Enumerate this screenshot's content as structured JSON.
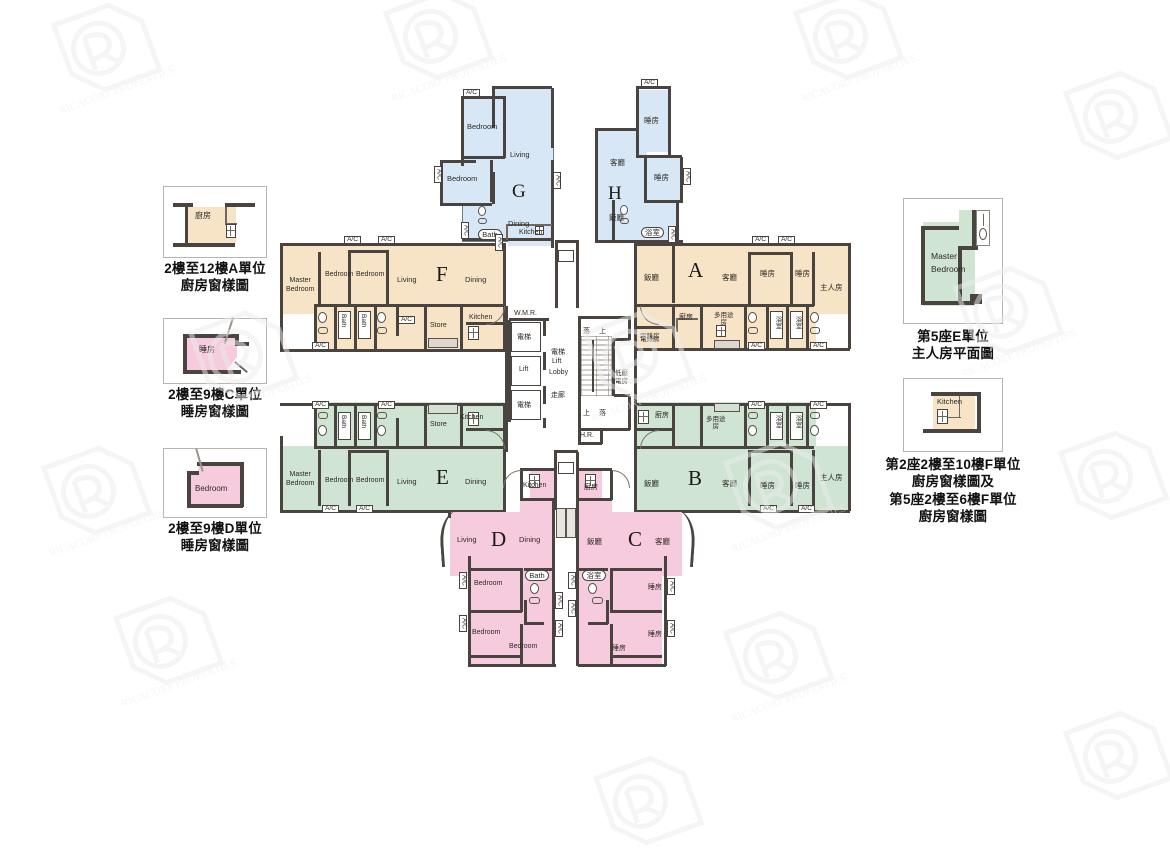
{
  "document": {
    "kind": "residential-floor-plan",
    "watermark_text": "RICACORP PROPERTIES"
  },
  "palette": {
    "unit_blue": "#d7e7f5",
    "unit_beige": "#f7e4c6",
    "unit_green": "#cfe4d2",
    "unit_pink": "#f6cbdd",
    "wall": "#4a4440",
    "background": "#ffffff"
  },
  "side_diagrams": [
    {
      "id": "a-kitchen-window",
      "room_label": "廚房",
      "fill": "#f7e4c6",
      "caption_lines": [
        "2樓至12樓A單位",
        "廚房窗樣圖"
      ]
    },
    {
      "id": "c-bedroom-window",
      "room_label": "睡房",
      "fill": "#f6cbdd",
      "caption_lines": [
        "2樓至9樓C單位",
        "睡房窗樣圖"
      ]
    },
    {
      "id": "d-bedroom-window",
      "room_label": "Bedroom",
      "fill": "#f6cbdd",
      "caption_lines": [
        "2樓至9樓D單位",
        "睡房窗樣圖"
      ]
    },
    {
      "id": "e-master-bedroom-plan",
      "room_label": "Master\nBedroom",
      "room_label_line1": "Master",
      "room_label_line2": "Bedroom",
      "fill": "#cfe4d2",
      "caption_lines": [
        "第5座E單位",
        "主人房平面圖"
      ]
    },
    {
      "id": "f-kitchen-window",
      "room_label": "Kitchen",
      "fill": "#f7e4c6",
      "caption_lines": [
        "第2座2樓至10樓F單位",
        "廚房窗樣圖及",
        "第5座2樓至6樓F單位",
        "廚房窗樣圖"
      ]
    }
  ],
  "core": {
    "wmr_label": "W.M.R.",
    "hr_label": "H.R.",
    "lift_lobby_cn": "電梯",
    "lift_lobby_en": "Lift",
    "lift_lobby_en2": "Lobby",
    "corridor_label": "走廊",
    "lift_labels": [
      "電梯",
      "Lift",
      "電梯"
    ],
    "stair_labels": [
      "落",
      "上",
      "上",
      "落"
    ],
    "lv_room_line1": "低壓",
    "lv_room_line2": "電房",
    "meter_room_cn": "電錶房"
  },
  "units": [
    {
      "letter": "G",
      "fill": "#d7e7f5",
      "language": "en",
      "rooms": [
        "Bedroom",
        "Bedroom",
        "Living",
        "Dining",
        "Kitchen",
        "Bath"
      ],
      "ac_count": 3
    },
    {
      "letter": "H",
      "fill": "#d7e7f5",
      "language": "zh",
      "rooms": [
        "睡房",
        "睡房",
        "客廳",
        "飯廳",
        "廚房",
        "浴室"
      ],
      "ac_count": 3
    },
    {
      "letter": "A",
      "fill": "#f7e4c6",
      "language": "zh",
      "rooms": [
        "飯廳",
        "客廳",
        "睡房",
        "睡房",
        "主人房",
        "廚房",
        "多用途房",
        "浴室",
        "浴室",
        "浴室",
        "電錶房"
      ],
      "ac_count": 6
    },
    {
      "letter": "F",
      "fill": "#f7e4c6",
      "language": "en",
      "rooms": [
        "Master Bedroom",
        "Bedroom",
        "Bedroom",
        "Living",
        "Dining",
        "Kitchen",
        "Store",
        "Bath",
        "Bath",
        "Bath"
      ],
      "ac_count": 5
    },
    {
      "letter": "E",
      "fill": "#cfe4d2",
      "language": "en",
      "rooms": [
        "Master Bedroom",
        "Bedroom",
        "Bedroom",
        "Living",
        "Dining",
        "Kitchen",
        "Store",
        "Bath",
        "Bath"
      ],
      "ac_count": 6
    },
    {
      "letter": "B",
      "fill": "#cfe4d2",
      "language": "zh",
      "rooms": [
        "飯廳",
        "客廳",
        "睡房",
        "睡房",
        "主人房",
        "廚房",
        "多用途房",
        "浴室",
        "浴室"
      ],
      "ac_count": 6
    },
    {
      "letter": "D",
      "fill": "#f6cbdd",
      "language": "en",
      "rooms": [
        "Living",
        "Dining",
        "Kitchen",
        "Bedroom",
        "Bedroom",
        "Bedroom",
        "Bath"
      ],
      "ac_count": 4
    },
    {
      "letter": "C",
      "fill": "#f6cbdd",
      "language": "zh",
      "rooms": [
        "客廳",
        "飯廳",
        "廚房",
        "睡房",
        "睡房",
        "睡房",
        "浴室"
      ],
      "ac_count": 4
    }
  ],
  "text": {
    "ac": "A/C",
    "bath_en": "Bath",
    "bath_zh": "浴室",
    "bedroom_en": "Bedroom",
    "bedroom_zh": "睡房",
    "master_en_1": "Master",
    "master_en_2": "Bedroom",
    "master_zh": "主人房",
    "living_en": "Living",
    "living_zh": "客廳",
    "dining_en": "Dining",
    "dining_zh": "飯廳",
    "kitchen_en": "Kitchen",
    "kitchen_zh": "廚房",
    "store_en": "Store",
    "utility_zh_1": "多用途",
    "utility_zh_2": "房",
    "utility_zh": "多用途房",
    "wmr": "W.M.R.",
    "hr": "H.R."
  }
}
